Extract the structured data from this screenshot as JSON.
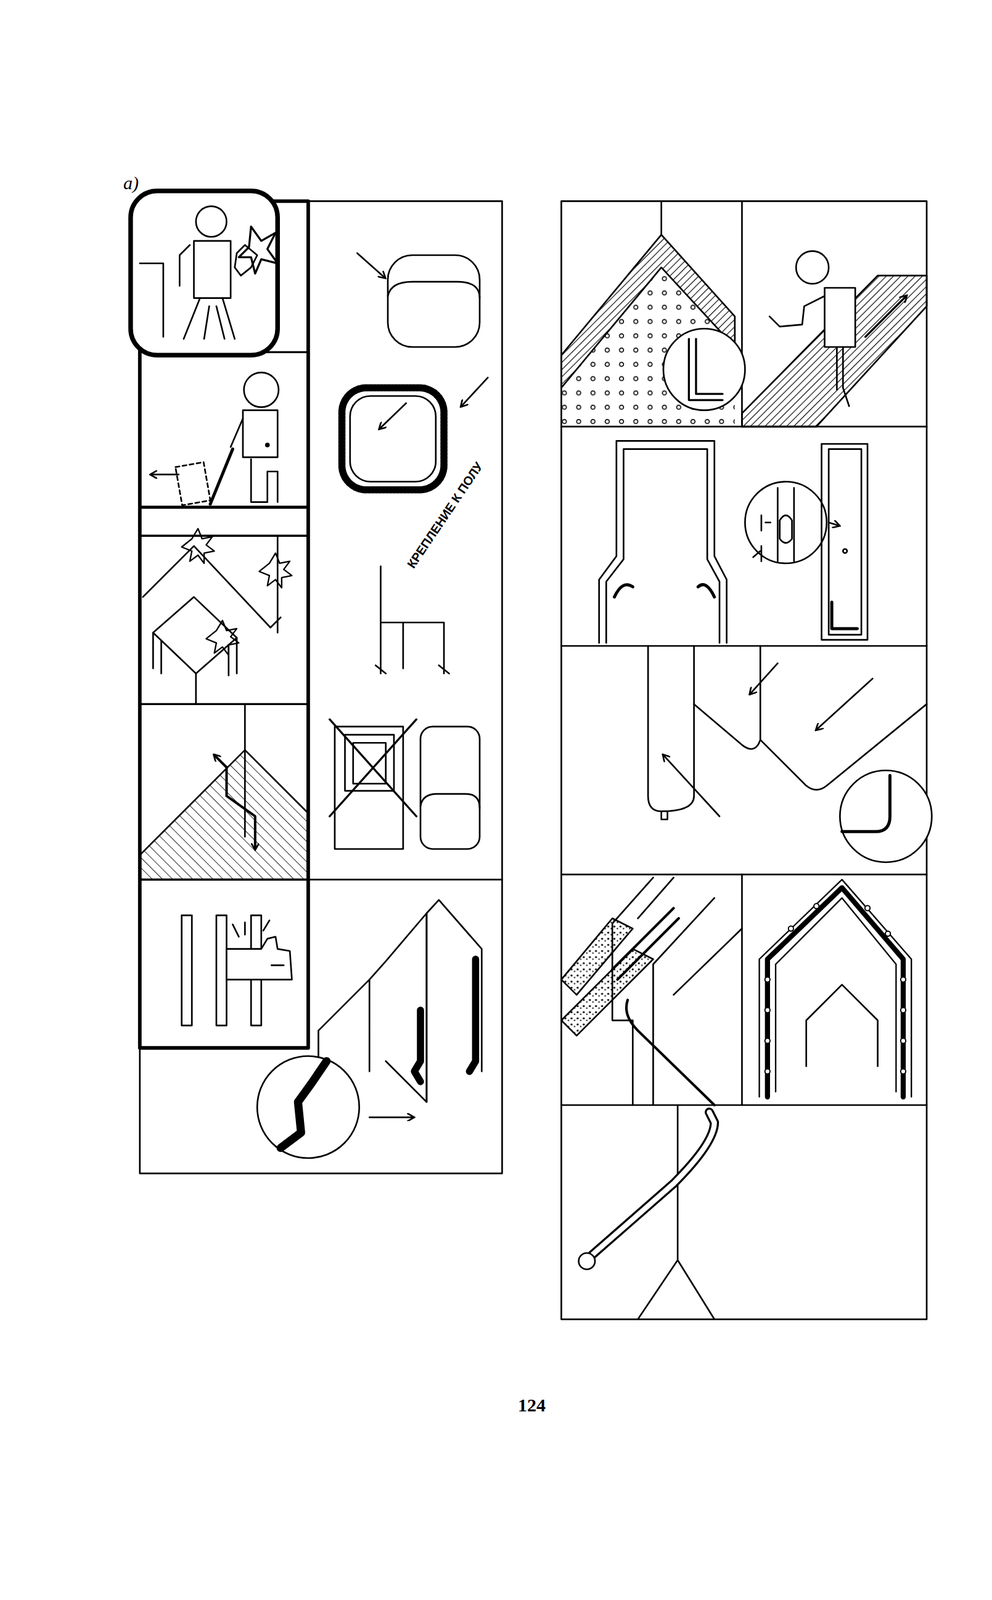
{
  "diagram": {
    "labels": [
      "а)",
      "КРЕПЛЕНИЕ К ПОЛУ",
      "124"
    ]
  }
}
